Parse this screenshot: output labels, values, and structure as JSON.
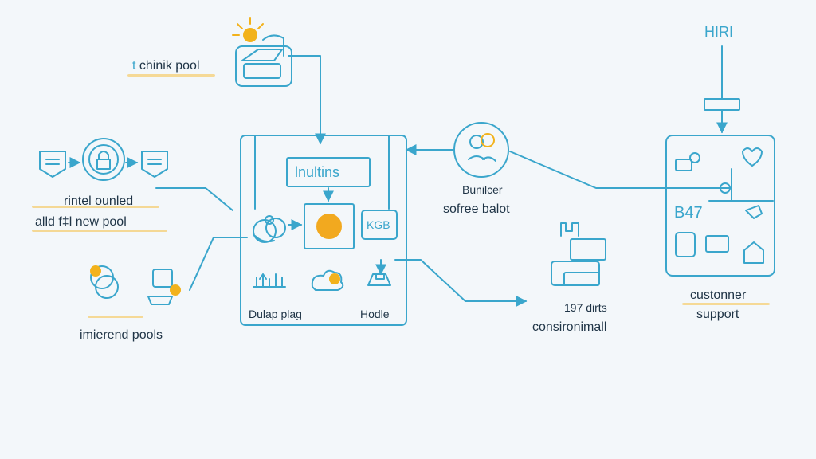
{
  "colors": {
    "stroke": "#3aa6cc",
    "accent": "#f2a91f",
    "highlight": "#f6c453",
    "text": "#1f3446",
    "background": "#f3f7fa"
  },
  "labels": {
    "top_pool": "chinik pool",
    "top_pool_prefix": "t",
    "left_line1": "rintel ounled",
    "left_line2": "alld f‡l new pool",
    "bottom_left": "imierend pools",
    "center_title": "lnultins",
    "center_box_right": "KGB",
    "center_bottom_left": "Dulap plag",
    "center_bottom_right": "Hodle",
    "mid_top_label": "Bunilcer",
    "mid_bottom_label": "sofree balot",
    "right_top": "HIRI",
    "right_code": "B47",
    "right_bottom_line1": "custonner",
    "right_bottom_line2": "support",
    "lower_mid_line1": "197 dirts",
    "lower_mid_line2": "consironimall"
  },
  "icons": [
    "sun-icon",
    "hand-box-icon",
    "document-icon",
    "shield-lock-icon",
    "document-icon-2",
    "coin-icon",
    "people-icon",
    "box-icon",
    "bank-icon",
    "cloud-icon",
    "chart-icon",
    "desk-icon",
    "monitor-icon",
    "apple-icon",
    "heart-icon",
    "wifi-icon",
    "book-icon",
    "cabinet-icon",
    "house-icon",
    "settings-icon"
  ]
}
